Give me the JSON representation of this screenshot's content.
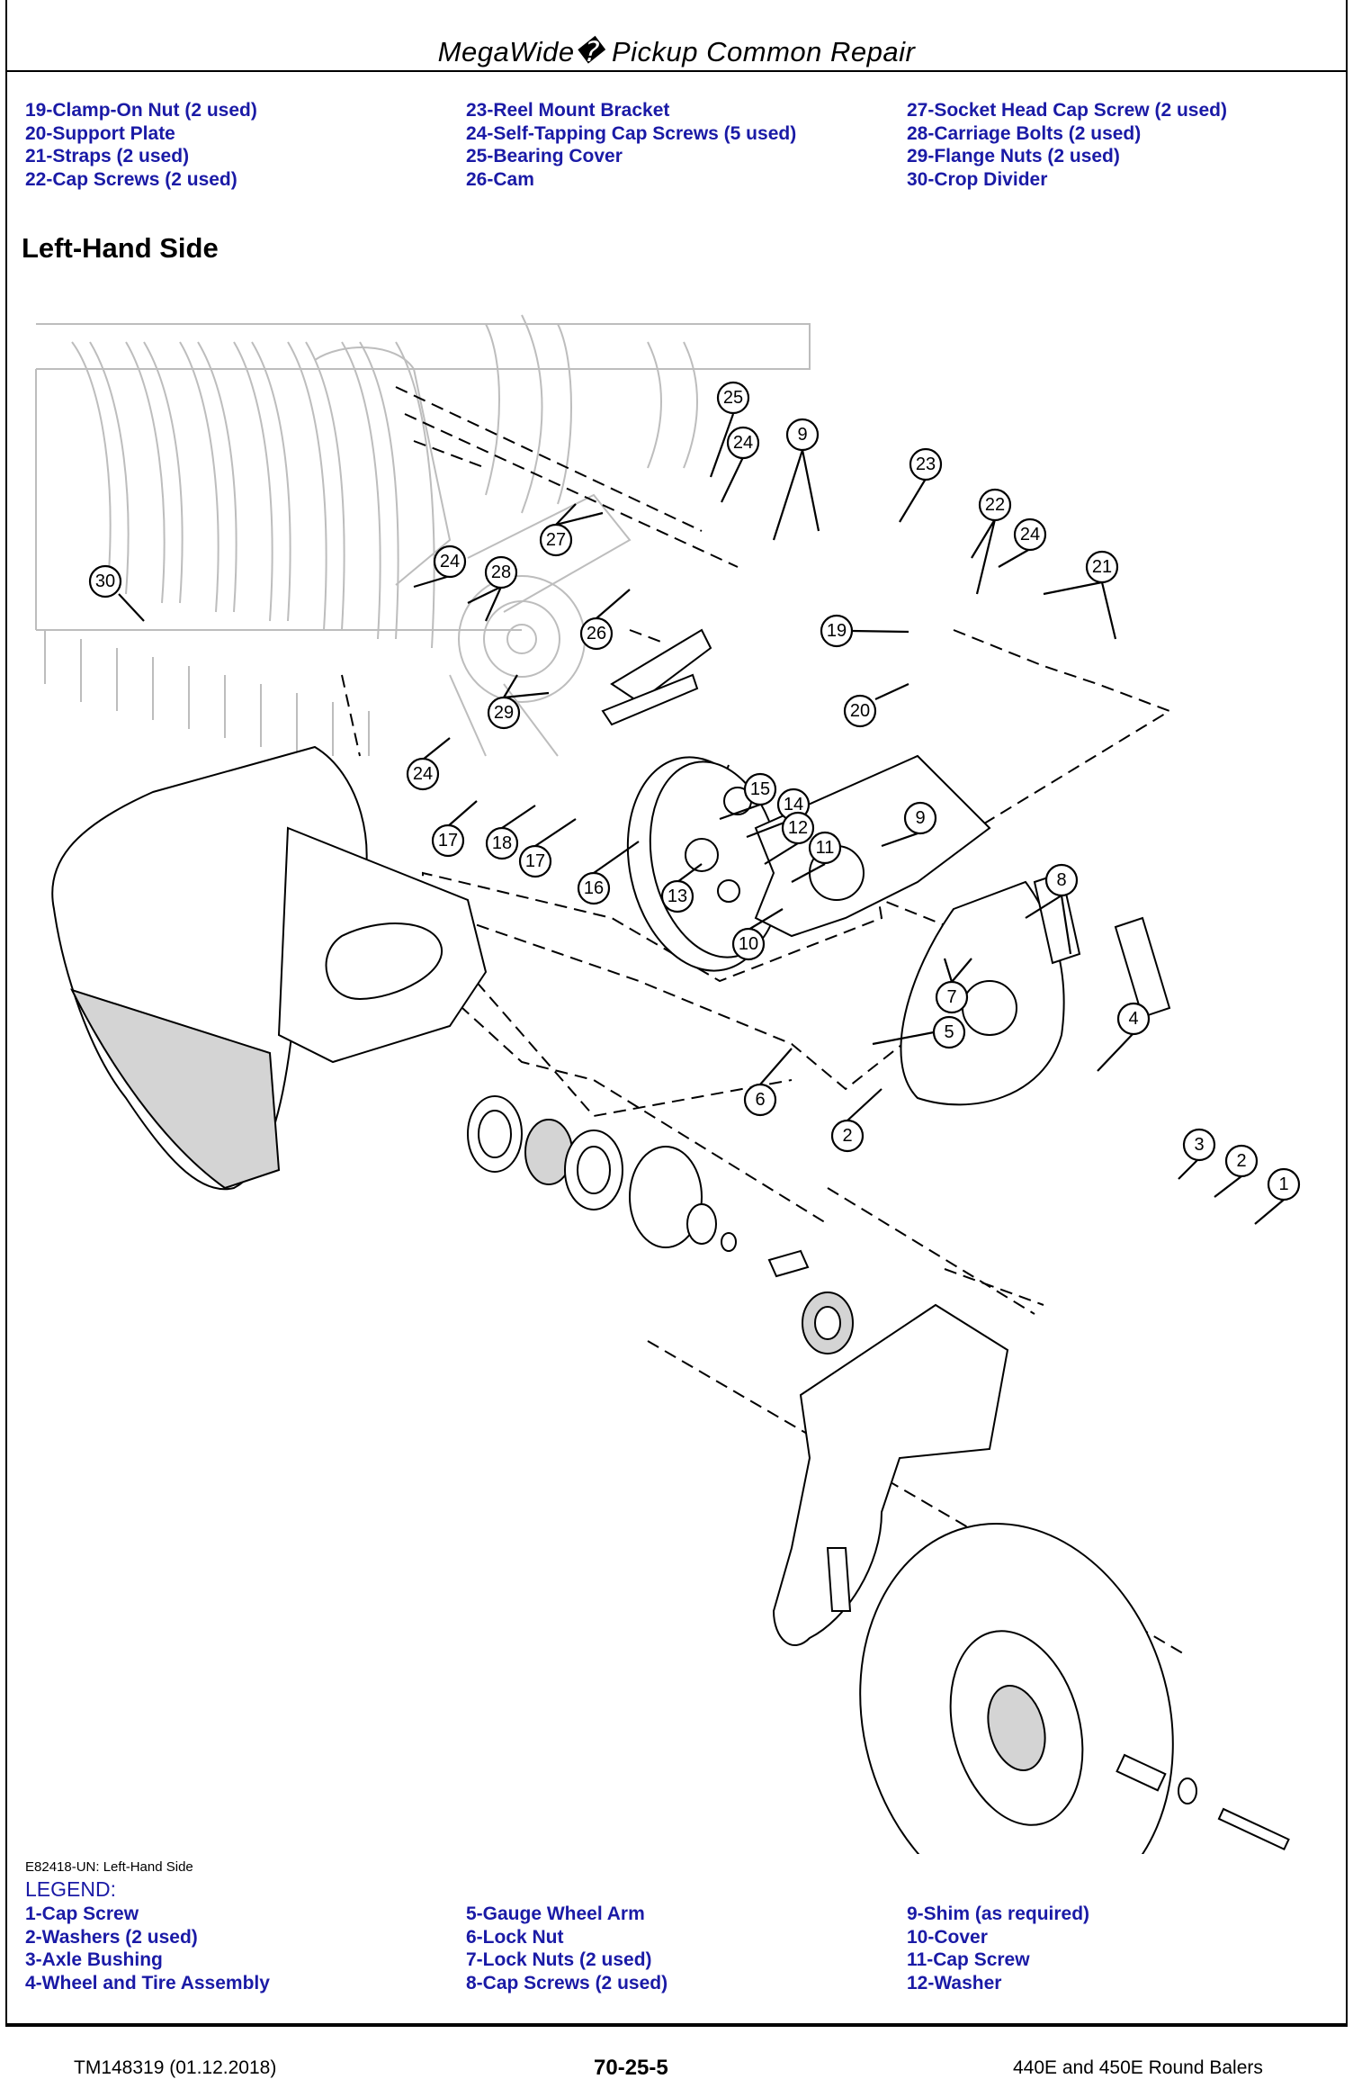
{
  "header": {
    "title": "MegaWide� Pickup Common Repair"
  },
  "top_legend": {
    "col1": [
      "19-Clamp-On Nut (2 used)",
      "20-Support Plate",
      "21-Straps (2 used)",
      "22-Cap Screws (2 used)"
    ],
    "col2": [
      "23-Reel Mount Bracket",
      "24-Self-Tapping Cap Screws (5 used)",
      "25-Bearing Cover",
      "26-Cam"
    ],
    "col3": [
      "27-Socket Head Cap Screw (2 used)",
      "28-Carriage Bolts (2 used)",
      "29-Flange Nuts (2 used)",
      "30-Crop Divider"
    ]
  },
  "section_title": "Left-Hand Side",
  "figure": {
    "callouts": [
      "1",
      "2",
      "2",
      "3",
      "4",
      "5",
      "6",
      "7",
      "8",
      "9",
      "9",
      "10",
      "11",
      "12",
      "13",
      "14",
      "15",
      "16",
      "17",
      "17",
      "18",
      "19",
      "20",
      "21",
      "22",
      "23",
      "24",
      "24",
      "24",
      "24",
      "25",
      "26",
      "27",
      "28",
      "29",
      "30"
    ]
  },
  "caption": "E82418-UN: Left-Hand Side",
  "legend_heading": "LEGEND:",
  "bottom_legend": {
    "col1": [
      "1-Cap Screw",
      "2-Washers (2 used)",
      "3-Axle Bushing",
      "4-Wheel and Tire Assembly"
    ],
    "col2": [
      "5-Gauge Wheel Arm",
      "6-Lock Nut",
      "7-Lock Nuts (2 used)",
      "8-Cap Screws (2 used)"
    ],
    "col3": [
      "9-Shim (as required)",
      "10-Cover",
      "11-Cap Screw",
      "12-Washer"
    ]
  },
  "footer": {
    "left": "TM148319 (01.12.2018)",
    "center": "70-25-5",
    "right": "440E and 450E Round Balers"
  },
  "colors": {
    "legend_text": "#1a1aa6",
    "ghost_lines": "#bdbdbd"
  }
}
